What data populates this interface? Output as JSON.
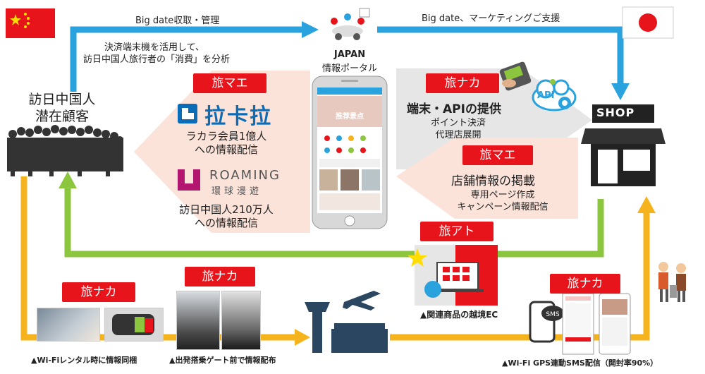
{
  "flows": {
    "top_left": "Big date収取・管理",
    "top_right": "Big date、マーケティングご支援",
    "analysis": [
      "決済端末機を活用して、",
      "訪日中国人旅行者の「消費」を分析"
    ]
  },
  "customers": {
    "line1": "訪日中国人",
    "line2": "潜在顧客"
  },
  "portal": {
    "line1": "JAPAN",
    "line2": "情報ポータル",
    "screen_title": "推荐景点"
  },
  "left_block": {
    "tag": "旅マエ",
    "lakala_name": "拉卡拉",
    "lakala_line1": "ラカラ会員1億人",
    "lakala_line2": "への情報配信",
    "roaming_name": "ROAMING",
    "roaming_cn": "環球漫遊",
    "roaming_line1": "訪日中国人210万人",
    "roaming_line2": "への情報配信"
  },
  "right_block1": {
    "tag": "旅ナカ",
    "title": "端末・APIの提供",
    "line1": "ポイント決済",
    "line2": "代理店展開",
    "api_label": "API"
  },
  "right_block2": {
    "tag": "旅マエ",
    "title": "店舗情報の掲載",
    "line1": "専用ページ作成",
    "line2": "キャンペーン情報配信"
  },
  "shop_label": "SHOP",
  "ec_block": {
    "tag": "旅アト",
    "caption": "▲関連商品の越境EC"
  },
  "wifi_block": {
    "tag": "旅ナカ",
    "caption": "▲Wi-Fiレンタル時に情報同梱"
  },
  "gate_block": {
    "tag": "旅ナカ",
    "caption": "▲出発搭乗ゲート前で情報配布"
  },
  "sms_block": {
    "tag": "旅ナカ",
    "caption": "▲Wi-Fi GPS連動SMS配信（開封率90%）",
    "sms_icon": "SMS"
  },
  "colors": {
    "red": "#e8141b",
    "blue": "#2aa2de",
    "green": "#8cc63e",
    "yellow": "#f5b41d",
    "gray": "#e6e6e6",
    "pink": "#fbe3da"
  }
}
